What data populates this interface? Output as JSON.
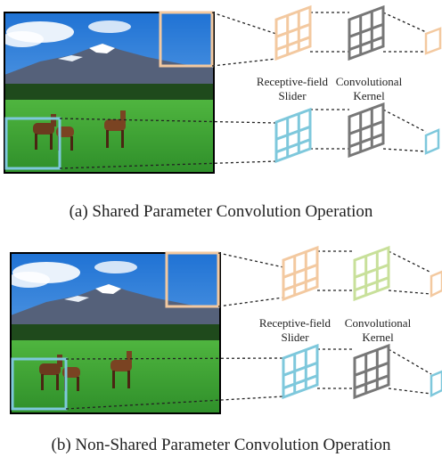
{
  "panels": [
    {
      "caption": "(a) Shared Parameter Convolution Operation",
      "slider_label_1": "Receptive-field",
      "slider_label_2": "Slider",
      "kernel_label_1": "Convolutional",
      "kernel_label_2": "Kernel"
    },
    {
      "caption": "(b) Non-Shared Parameter Convolution Operation",
      "slider_label_1": "Receptive-field",
      "slider_label_2": "Slider",
      "kernel_label_1": "Convolutional",
      "kernel_label_2": "Kernel"
    }
  ],
  "colors": {
    "orange_window": "#f3c9a0",
    "blue_window": "#7ec8dc",
    "kernel_gray": "#777777",
    "kernel_green": "#c8e09a",
    "sky": "#3b8fe0",
    "grass": "#3fa83a"
  }
}
